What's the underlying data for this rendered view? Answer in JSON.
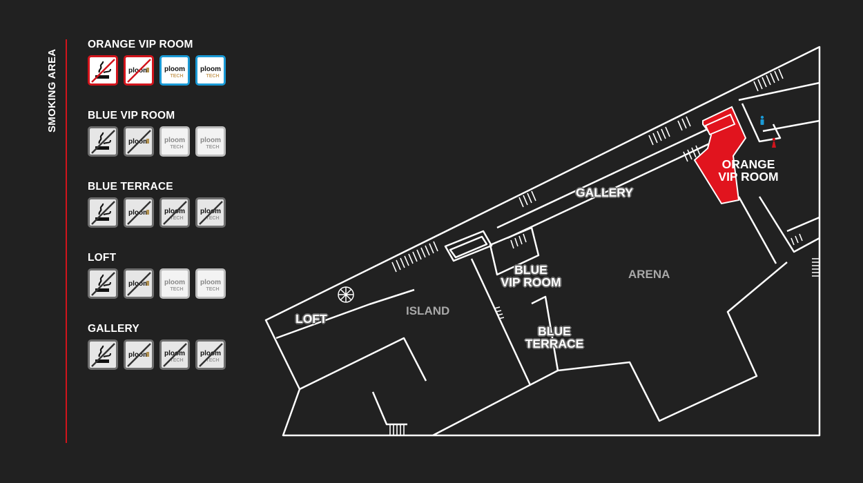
{
  "sidebar": {
    "title": "SMOKING AREA"
  },
  "legend": [
    {
      "name": "ORANGE VIP ROOM",
      "items": [
        {
          "icon": "cigarette",
          "status": "not-allowed",
          "style": "red"
        },
        {
          "icon": "ploom",
          "status": "not-allowed",
          "style": "red"
        },
        {
          "icon": "ploom-tech",
          "status": "allowed",
          "style": "blue"
        },
        {
          "icon": "ploom-tech",
          "status": "allowed",
          "style": "blue"
        }
      ]
    },
    {
      "name": "BLUE VIP ROOM",
      "items": [
        {
          "icon": "cigarette",
          "status": "not-allowed",
          "style": "grey"
        },
        {
          "icon": "ploom",
          "status": "not-allowed",
          "style": "grey"
        },
        {
          "icon": "ploom-tech",
          "status": "allowed",
          "style": "light"
        },
        {
          "icon": "ploom-tech",
          "status": "allowed",
          "style": "light"
        }
      ]
    },
    {
      "name": "BLUE TERRACE",
      "items": [
        {
          "icon": "cigarette",
          "status": "not-allowed",
          "style": "grey"
        },
        {
          "icon": "ploom",
          "status": "not-allowed",
          "style": "grey"
        },
        {
          "icon": "ploom-tech",
          "status": "not-allowed",
          "style": "grey"
        },
        {
          "icon": "ploom-tech",
          "status": "not-allowed",
          "style": "grey"
        }
      ]
    },
    {
      "name": "LOFT",
      "items": [
        {
          "icon": "cigarette",
          "status": "not-allowed",
          "style": "grey"
        },
        {
          "icon": "ploom",
          "status": "not-allowed",
          "style": "grey"
        },
        {
          "icon": "ploom-tech",
          "status": "allowed",
          "style": "light"
        },
        {
          "icon": "ploom-tech",
          "status": "allowed",
          "style": "light"
        }
      ]
    },
    {
      "name": "GALLERY",
      "items": [
        {
          "icon": "cigarette",
          "status": "not-allowed",
          "style": "grey"
        },
        {
          "icon": "ploom",
          "status": "not-allowed",
          "style": "grey"
        },
        {
          "icon": "ploom-tech",
          "status": "not-allowed",
          "style": "grey"
        },
        {
          "icon": "ploom-tech",
          "status": "not-allowed",
          "style": "grey"
        }
      ]
    }
  ],
  "map": {
    "labels": {
      "orange_vip_1": "ORANGE",
      "orange_vip_2": "VIP ROOM",
      "gallery": "GALLERY",
      "blue_vip_1": "BLUE",
      "blue_vip_2": "VIP ROOM",
      "arena": "ARENA",
      "island": "ISLAND",
      "loft": "LOFT",
      "blue_terrace_1": "BLUE",
      "blue_terrace_2": "TERRACE"
    },
    "highlight_color": "#e1141e"
  },
  "icon_text": {
    "ploom": "ploom",
    "tech": "TECH"
  },
  "colors": {
    "background": "#212121",
    "accent_red": "#d2141c",
    "accent_blue": "#1a9ad6",
    "restroom_male": "#1a9ad6",
    "restroom_female": "#d2141c"
  }
}
